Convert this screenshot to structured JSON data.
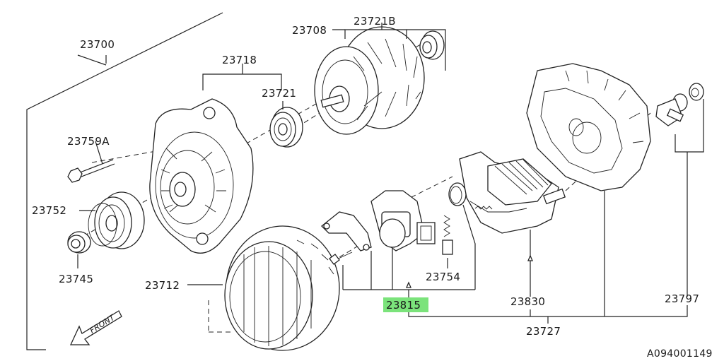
{
  "diagram": {
    "labels": {
      "assy": "23700",
      "rotor_fan": "23708",
      "rotor_bearing_cap": "23721B",
      "front_bracket": "23718",
      "bearing": "23721",
      "bolt": "23759A",
      "pulley": "23752",
      "nut": "23745",
      "stator": "23712",
      "brush": "23754",
      "regulator_highlight": "23815",
      "rectifier": "23830",
      "terminal": "23797",
      "rear_cover": "23727"
    },
    "front_marker": "FRONT",
    "ref_code": "A094001149",
    "highlight_color": "#7be37b"
  }
}
